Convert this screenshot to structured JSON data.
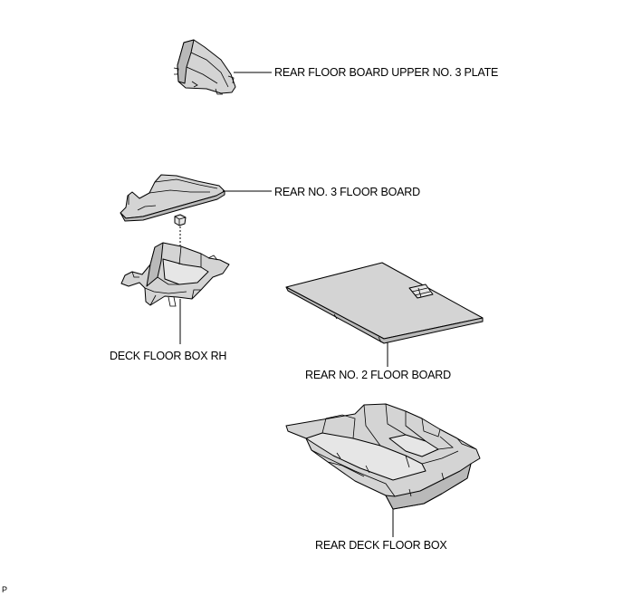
{
  "labels": {
    "upper_plate": "REAR FLOOR BOARD UPPER NO. 3 PLATE",
    "no3_board": "REAR NO. 3 FLOOR BOARD",
    "deck_box_rh": "DECK FLOOR BOX RH",
    "no2_board": "REAR NO. 2 FLOOR BOARD",
    "rear_deck_box": "REAR DECK FLOOR BOX"
  },
  "figure_code": "P",
  "colors": {
    "part_fill": "#d4d4d4",
    "outline": "#000000",
    "background": "#ffffff"
  }
}
